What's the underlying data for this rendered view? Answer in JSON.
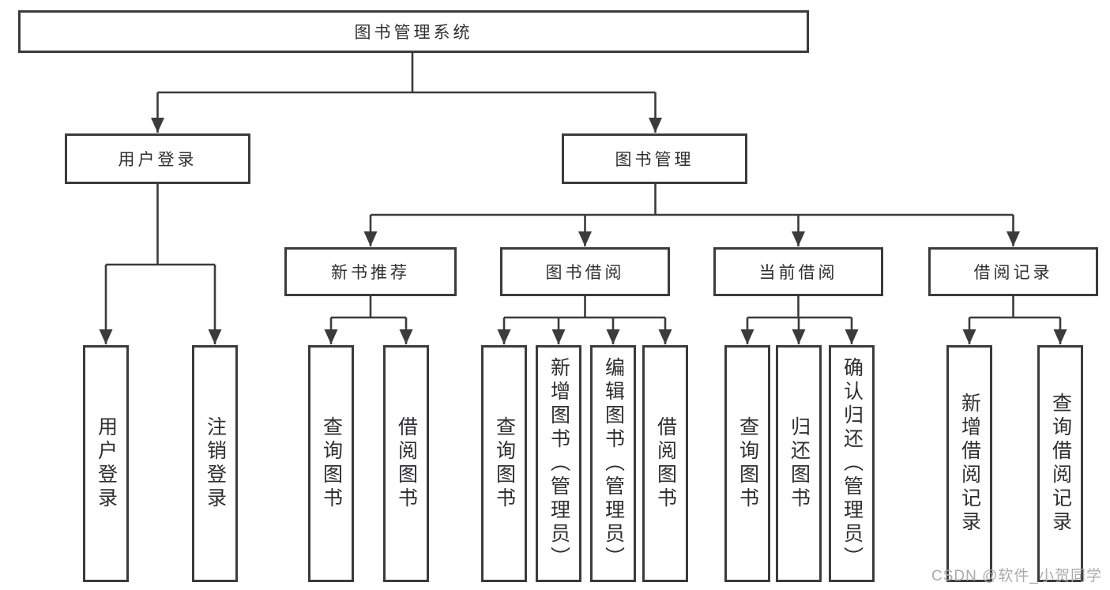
{
  "diagram": {
    "root": "图书管理系统",
    "branches": [
      {
        "label": "用户登录",
        "leaves": [
          "用户登录",
          "注销登录"
        ]
      },
      {
        "label": "图书管理",
        "sections": [
          {
            "label": "新书推荐",
            "leaves": [
              "查询图书",
              "借阅图书"
            ]
          },
          {
            "label": "图书借阅",
            "leaves": [
              "查询图书",
              "新增图书（管理员）",
              "编辑图书（管理员）",
              "借阅图书"
            ]
          },
          {
            "label": "当前借阅",
            "leaves": [
              "查询图书",
              "归还图书",
              "确认归还（管理员）"
            ]
          },
          {
            "label": "借阅记录",
            "leaves": [
              "新增借阅记录",
              "查询借阅记录"
            ]
          }
        ]
      }
    ]
  },
  "watermark": "CSDN @软件_小贺同学",
  "colors": {
    "line": "#3b3b3d",
    "text": "#2f2f31",
    "background": "#ffffff",
    "watermark": "#ababab"
  }
}
